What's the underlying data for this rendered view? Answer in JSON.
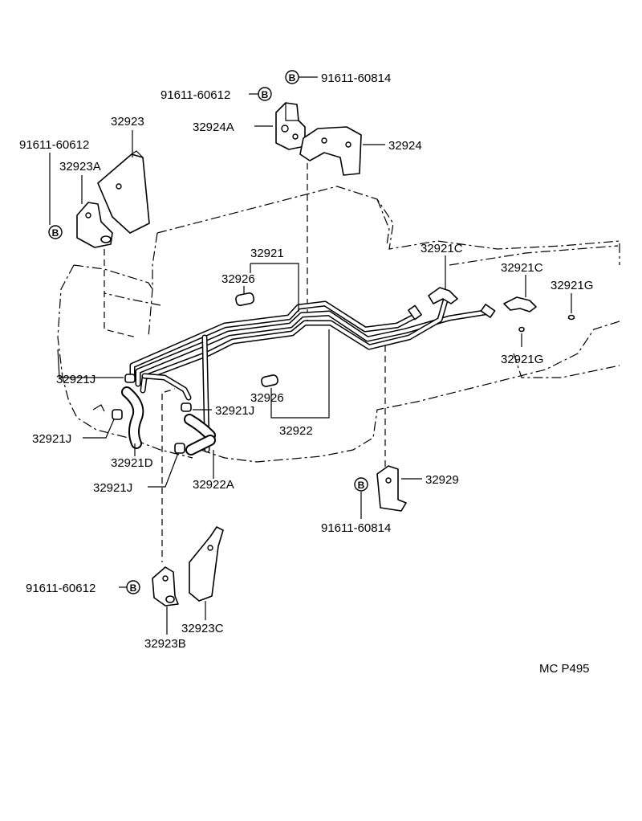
{
  "diagram": {
    "code": "MC P495",
    "bolt_symbol": "B",
    "labels": {
      "bolt_top_right": "91611-60814",
      "bolt_top_left": "91611-60612",
      "bracket_24a": "32924A",
      "bracket_24": "32924",
      "bracket_23": "32923",
      "bolt_left": "91611-60612",
      "bracket_23a": "32923A",
      "tube_21": "32921",
      "sleeve_26_upper": "32926",
      "tube_21c_left": "32921C",
      "tube_21c_right": "32921C",
      "tube_21g_right": "32921G",
      "tube_21g_lower": "32921G",
      "clip_21j_left": "32921J",
      "clip_21j_center": "32921J",
      "clip_21j_lower": "32921J",
      "clip_21j_bottom": "32921J",
      "sleeve_26_lower": "32926",
      "tube_22": "32922",
      "hose_21d": "32921D",
      "hose_22a": "32922A",
      "bracket_29": "32929",
      "bolt_bottom_right": "91611-60814",
      "bolt_bottom_left": "91611-60612",
      "bracket_23c": "32923C",
      "bracket_23b": "32923B"
    }
  }
}
